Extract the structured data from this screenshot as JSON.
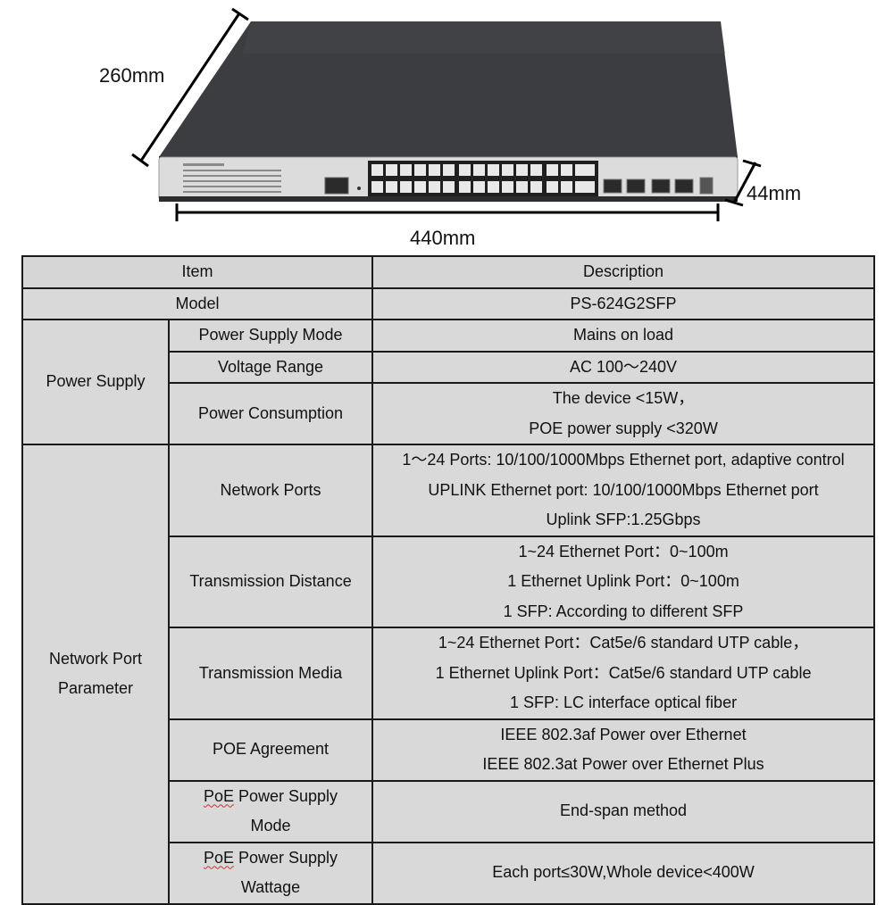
{
  "dimensions": {
    "depth": "260mm",
    "height": "44mm",
    "width": "440mm"
  },
  "table": {
    "header": {
      "item": "Item",
      "description": "Description"
    },
    "model": {
      "label": "Model",
      "value": "PS-624G2SFP"
    },
    "power_supply": {
      "group": "Power Supply",
      "rows": [
        {
          "label": "Power Supply Mode",
          "lines": [
            "Mains on load"
          ]
        },
        {
          "label": "Voltage Range",
          "lines": [
            "AC 100～240V"
          ]
        },
        {
          "label": "Power Consumption",
          "lines": [
            "The device <15W，",
            "POE power supply <320W"
          ]
        }
      ]
    },
    "network": {
      "group_lines": [
        "Network Port",
        "Parameter"
      ],
      "rows": [
        {
          "label_lines": [
            "Network Ports"
          ],
          "lines": [
            "1～24 Ports: 10/100/1000Mbps Ethernet port, adaptive control",
            "UPLINK Ethernet port: 10/100/1000Mbps Ethernet port",
            "Uplink SFP:1.25Gbps"
          ]
        },
        {
          "label_lines": [
            "Transmission Distance"
          ],
          "lines": [
            "1~24 Ethernet Port：0~100m",
            "1 Ethernet Uplink Port：0~100m",
            "1 SFP: According to different SFP"
          ]
        },
        {
          "label_lines": [
            "Transmission Media"
          ],
          "lines": [
            "1~24 Ethernet Port：Cat5e/6 standard UTP cable，",
            "1 Ethernet Uplink Port：Cat5e/6 standard UTP cable",
            "1 SFP: LC interface optical fiber"
          ]
        },
        {
          "label_lines": [
            "POE Agreement"
          ],
          "lines": [
            "IEEE 802.3af Power over Ethernet",
            "IEEE 802.3at Power over Ethernet Plus"
          ]
        },
        {
          "label_prefix": "PoE",
          "label_lines": [
            " Power Supply",
            "Mode"
          ],
          "lines": [
            "End-span method"
          ]
        },
        {
          "label_prefix": "PoE",
          "label_lines": [
            " Power Supply",
            "Wattage"
          ],
          "lines": [
            "Each port≤30W,Whole device<400W"
          ]
        }
      ]
    }
  },
  "colors": {
    "table_bg": "#d9d9d9",
    "border": "#1a1a1a",
    "device_body": "#3a3b3e",
    "device_front": "#d8d8d8"
  }
}
